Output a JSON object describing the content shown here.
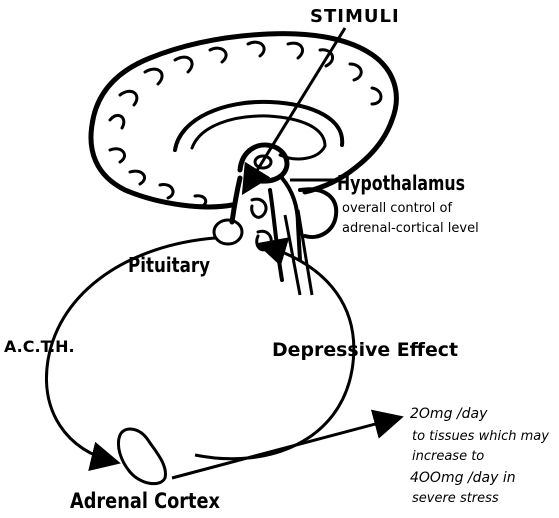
{
  "labels": {
    "stimuli": "STIMULI",
    "hypothalamus": "Hypothalamus",
    "hypothalamus_note_line1": "overall control of",
    "hypothalamus_note_line2": "adrenal-cortical level",
    "pituitary": "Pituitary",
    "acth": "A.C.T.H.",
    "depressive_effect": "Depressive Effect",
    "adrenal_cortex": "Adrenal Cortex"
  },
  "output_note": {
    "line1": "2Omg /day",
    "line2": "to tissues which may",
    "line3": "increase to",
    "line4": "4OOmg /day in",
    "line5": "severe stress"
  }
}
